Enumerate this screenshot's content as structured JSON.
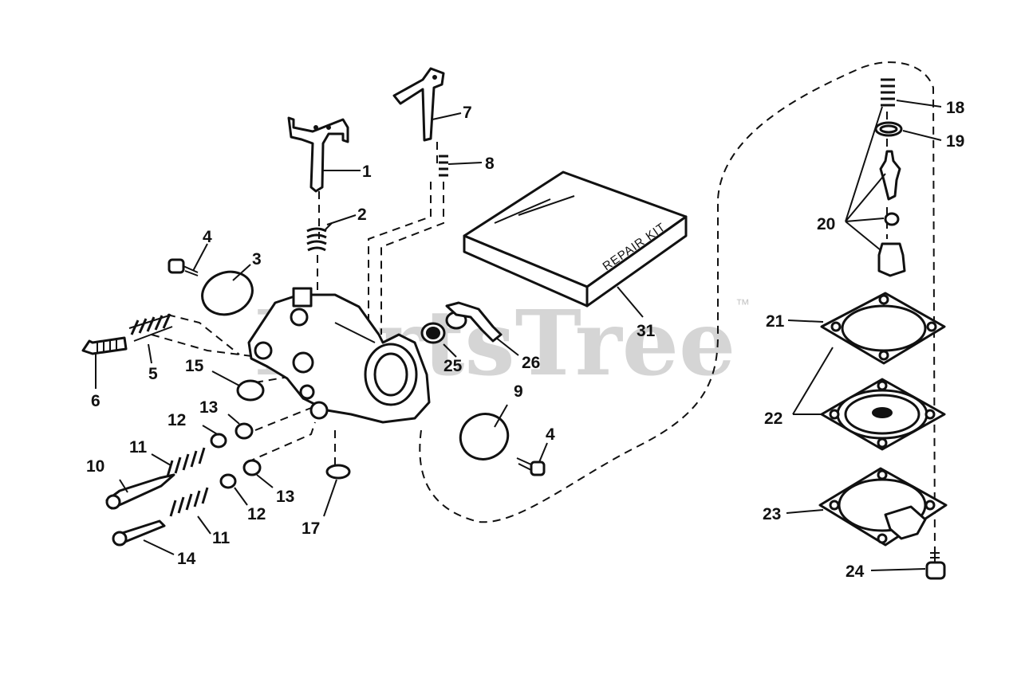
{
  "watermark": {
    "text": "PartsTree",
    "tm": "™"
  },
  "repair_kit": {
    "label": "REPAIR KIT"
  },
  "callouts": {
    "c1": "1",
    "c2": "2",
    "c3": "3",
    "c4a": "4",
    "c4b": "4",
    "c5": "5",
    "c6": "6",
    "c7": "7",
    "c8": "8",
    "c9": "9",
    "c10": "10",
    "c11a": "11",
    "c11b": "11",
    "c12a": "12",
    "c12b": "12",
    "c13a": "13",
    "c13b": "13",
    "c14": "14",
    "c15": "15",
    "c17": "17",
    "c18": "18",
    "c19": "19",
    "c20": "20",
    "c21": "21",
    "c22": "22",
    "c23": "23",
    "c24": "24",
    "c25": "25",
    "c26": "26",
    "c31": "31"
  }
}
